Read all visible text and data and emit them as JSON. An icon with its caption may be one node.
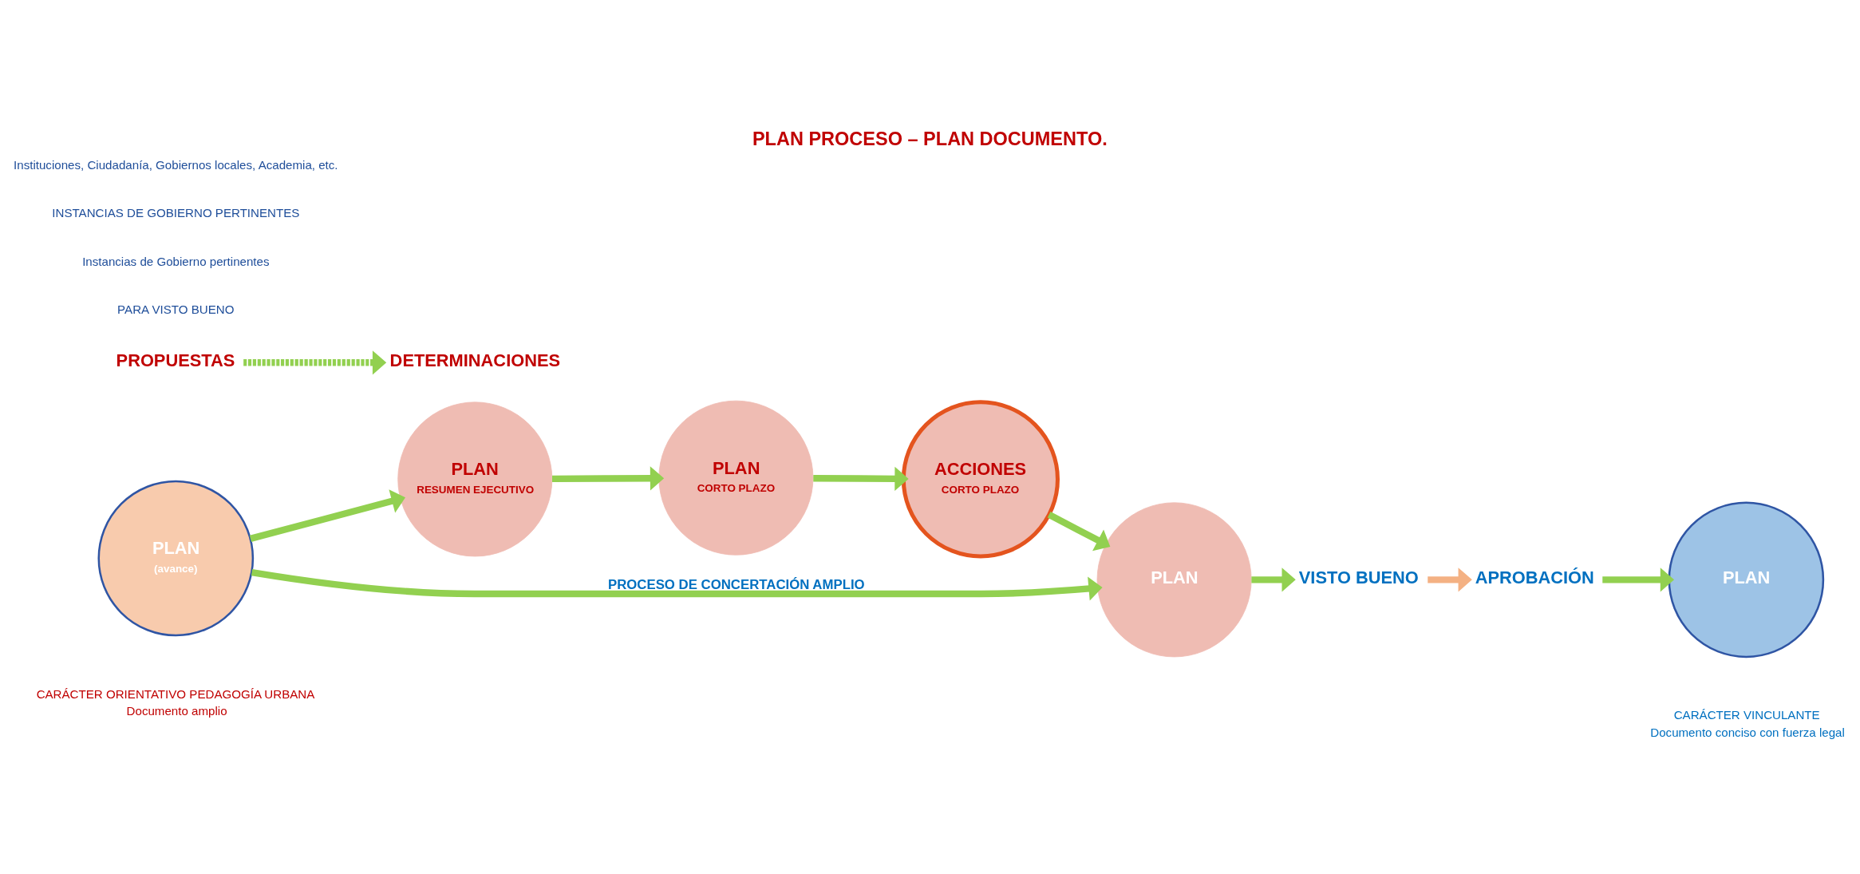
{
  "diagram": {
    "title": "PLAN PROCESO – PLAN DOCUMENTO.",
    "nodes": [
      {
        "text": [
          "PLAN",
          "(avance)"
        ],
        "beside": [
          "CARÁCTER ORIENTATIVO PEDAGOGÍA URBANA",
          "Documento amplio"
        ]
      },
      {
        "text": [
          "PLAN",
          "RESUMEN EJECUTIVO"
        ]
      },
      {
        "text": [
          "PLAN",
          "CORTO PLAZO"
        ]
      },
      {
        "text": [
          "ACCIONES",
          "CORTO PLAZO"
        ]
      },
      {
        "text": [
          "PLAN"
        ]
      },
      {
        "text": [
          "PLAN"
        ],
        "beside": [
          "CARÁCTER VINCULANTE",
          "Documento conciso con fuerza legal"
        ]
      },
      {
        "text": [
          "VISTO BUENO"
        ]
      },
      {
        "text": [
          "APROBACIÓN"
        ]
      },
      {
        "text": [
          "PROPUESTAS"
        ]
      },
      {
        "text": [
          "DETERMINACIONES"
        ]
      }
    ],
    "edges": [
      {
        "from": 0,
        "to": 1,
        "arrow": "to"
      },
      {
        "from": 1,
        "to": 2,
        "arrow": "to"
      },
      {
        "from": 2,
        "to": 3,
        "arrow": "to"
      },
      {
        "from": 3,
        "to": 4,
        "arrow": "to"
      },
      {
        "from": 0,
        "to": 4,
        "arrow": "to",
        "label": "PROCESO DE CONCERTACIÓN AMPLIO"
      },
      {
        "from": 4,
        "to": 6,
        "arrow": "to"
      },
      {
        "from": 6,
        "to": 7,
        "arrow": "to",
        "color": "#f4b183"
      },
      {
        "from": 7,
        "to": 5,
        "arrow": "to"
      },
      {
        "from": 8,
        "to": 9,
        "arrow": "to",
        "style": "dashed"
      }
    ],
    "labels": [
      "PARA VISTO BUENO",
      "Instancias de Gobierno pertinentes",
      "INSTANCIAS DE GOBIERNO PERTINENTES",
      "Instituciones, Ciudadanía, Gobiernos locales, Academia, etc."
    ]
  }
}
